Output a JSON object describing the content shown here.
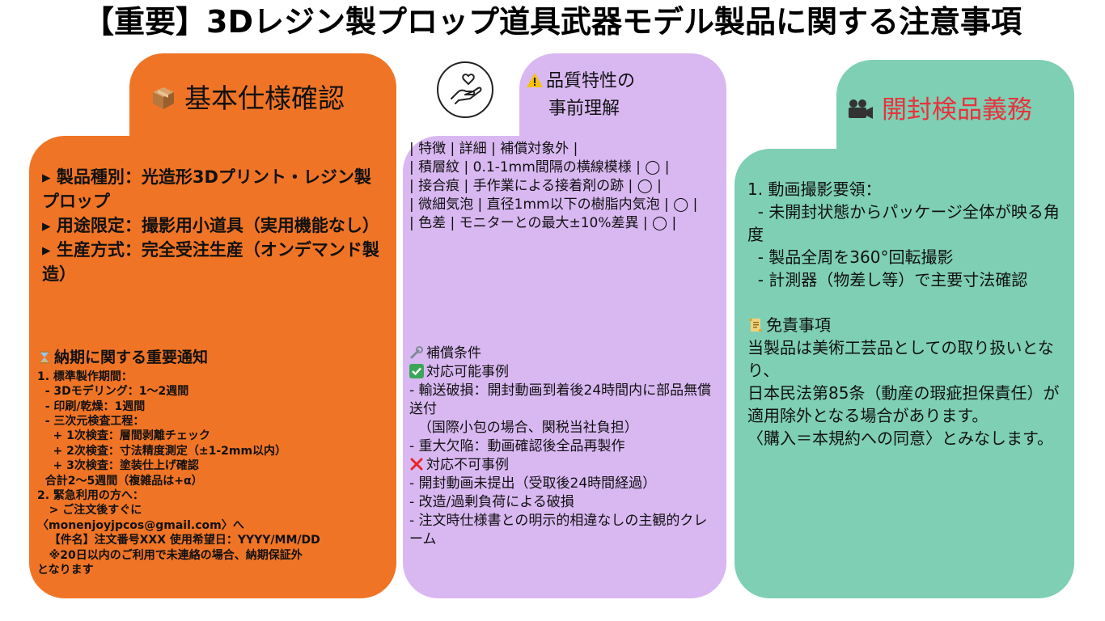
{
  "title": "【重要】3Dレジン製プロップ道具武器モデル製品に関する注意事項",
  "colors": {
    "orange": "#f07425",
    "lavender": "#d9b8f2",
    "teal": "#7ecfb4",
    "heading_red": "#e8323c"
  },
  "panel_spec": {
    "icon": "package-box-icon",
    "heading": "基本仕様確認",
    "bullets": [
      "▸ 製品種別：光造形3Dプリント・レジン製プロップ",
      "▸ 用途限定：撮影用小道具（実用機能なし）",
      "▸ 生産方式：完全受注生産（オンデマンド製造）"
    ],
    "notice_icon": "hourglass-icon",
    "notice_heading": "納期に関する重要通知",
    "notice_lines": [
      "1. 標準製作期間：",
      "  - 3Dモデリング：1〜2週間",
      "  - 印刷/乾燥：1週間",
      "  - 三次元検査工程：",
      "    + 1次検査：層間剥離チェック",
      "    + 2次検査：寸法精度測定（±1-2mm以内）",
      "    + 3次検査：塗装仕上げ確認",
      "  合計2〜5週間（複雑品は+α）",
      "2. 緊急利用の方へ：",
      "   > ご注文後すぐに",
      "〈monenjoyjpcos@gmail.com〉へ",
      "   【件名】注文番号XXX 使用希望日：YYYY/MM/DD",
      "   ※20日以内のご利用で未連絡の場合、納期保証外",
      "となります"
    ]
  },
  "panel_quality": {
    "icon": "hand-heart-icon",
    "warning_icon": "warning-icon",
    "heading_line1": "品質特性の",
    "heading_line2": "事前理解",
    "table_lines": [
      "| 特徴 | 詳細 | 補償対象外 |",
      "| 積層紋 | 0.1-1mm間隔の横線模様 | ◯ |",
      "| 接合痕 | 手作業による接着剤の跡 | ◯ |",
      "| 微細気泡 | 直径1mm以下の樹脂内気泡 | ◯ |",
      "| 色差 | モニターとの最大±10%差異 | ◯ |"
    ],
    "comp_icon": "wrench-icon",
    "comp_heading": "補償条件",
    "ok_icon": "check-mark-icon",
    "ok_heading": "対応可能事例",
    "ok_items": [
      "- 輸送破損：開封動画到着後24時間内に部品無償送付",
      "  （国際小包の場合、関税当社負担）",
      "- 重大欠陥：動画確認後全品再製作"
    ],
    "ng_icon": "cross-mark-icon",
    "ng_heading": "対応不可事例",
    "ng_items": [
      "- 開封動画未提出（受取後24時間経過）",
      "- 改造/過剰負荷による破損",
      "- 注文時仕様書との明示的相違なしの主観的クレーム"
    ]
  },
  "panel_inspect": {
    "icon": "video-camera-icon",
    "heading": "開封検品義務",
    "steps_heading": "1. 動画撮影要領：",
    "steps": [
      "  - 未開封状態からパッケージ全体が映る角度",
      "  - 製品全周を360°回転撮影",
      "  - 計測器（物差し等）で主要寸法確認"
    ],
    "disclaimer_icon": "scroll-icon",
    "disclaimer_heading": "免責事項",
    "disclaimer_lines": [
      "当製品は美術工芸品としての取り扱いとなり、",
      "日本民法第85条（動産の瑕疵担保責任）が適用除外となる場合があります。",
      "〈購入＝本規約への同意〉とみなします。"
    ]
  }
}
